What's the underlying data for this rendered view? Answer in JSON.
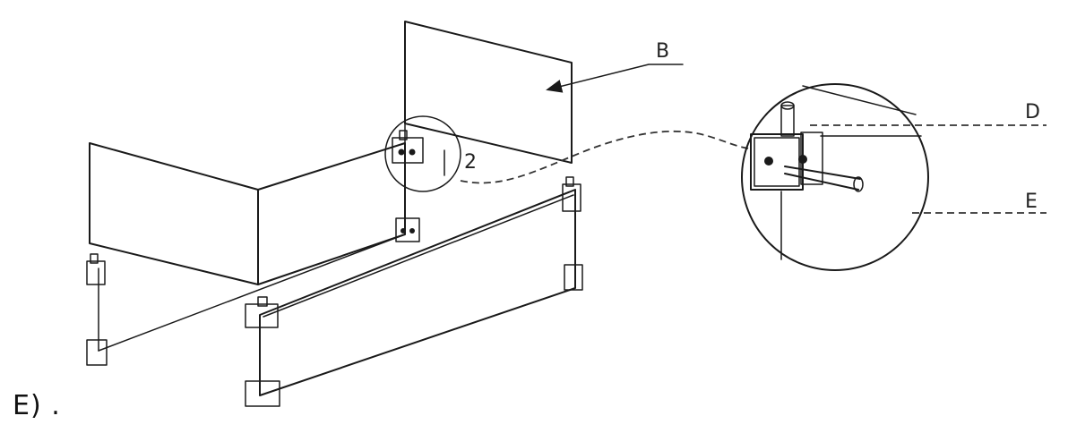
{
  "labels": {
    "b": "B",
    "d": "D",
    "e": "E",
    "detail_number": "2"
  },
  "caption": "E) ."
}
